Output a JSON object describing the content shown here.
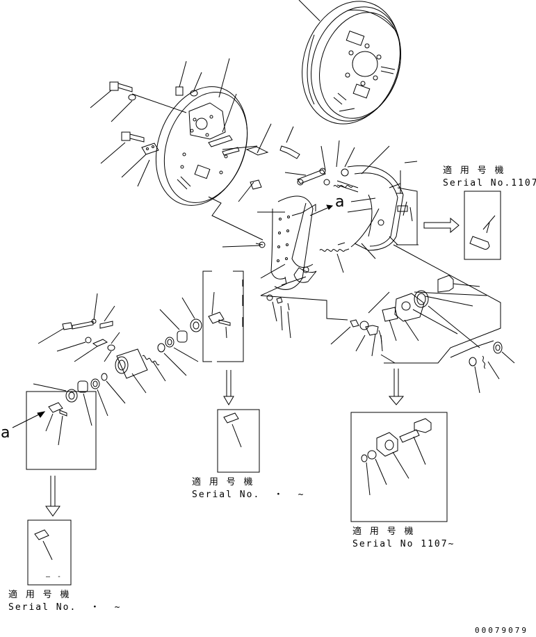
{
  "labels": {
    "applicable_model": "適 用 号 機",
    "serial_upper_right": "Serial No.1107~",
    "serial_middle": "Serial No.  ・  ~",
    "serial_lower_right": "Serial No 1107~",
    "serial_lower_left": "Serial No.  ・  ~",
    "callout_a": "a",
    "drawing_number": "00079079",
    "dash_mark": "— -"
  }
}
